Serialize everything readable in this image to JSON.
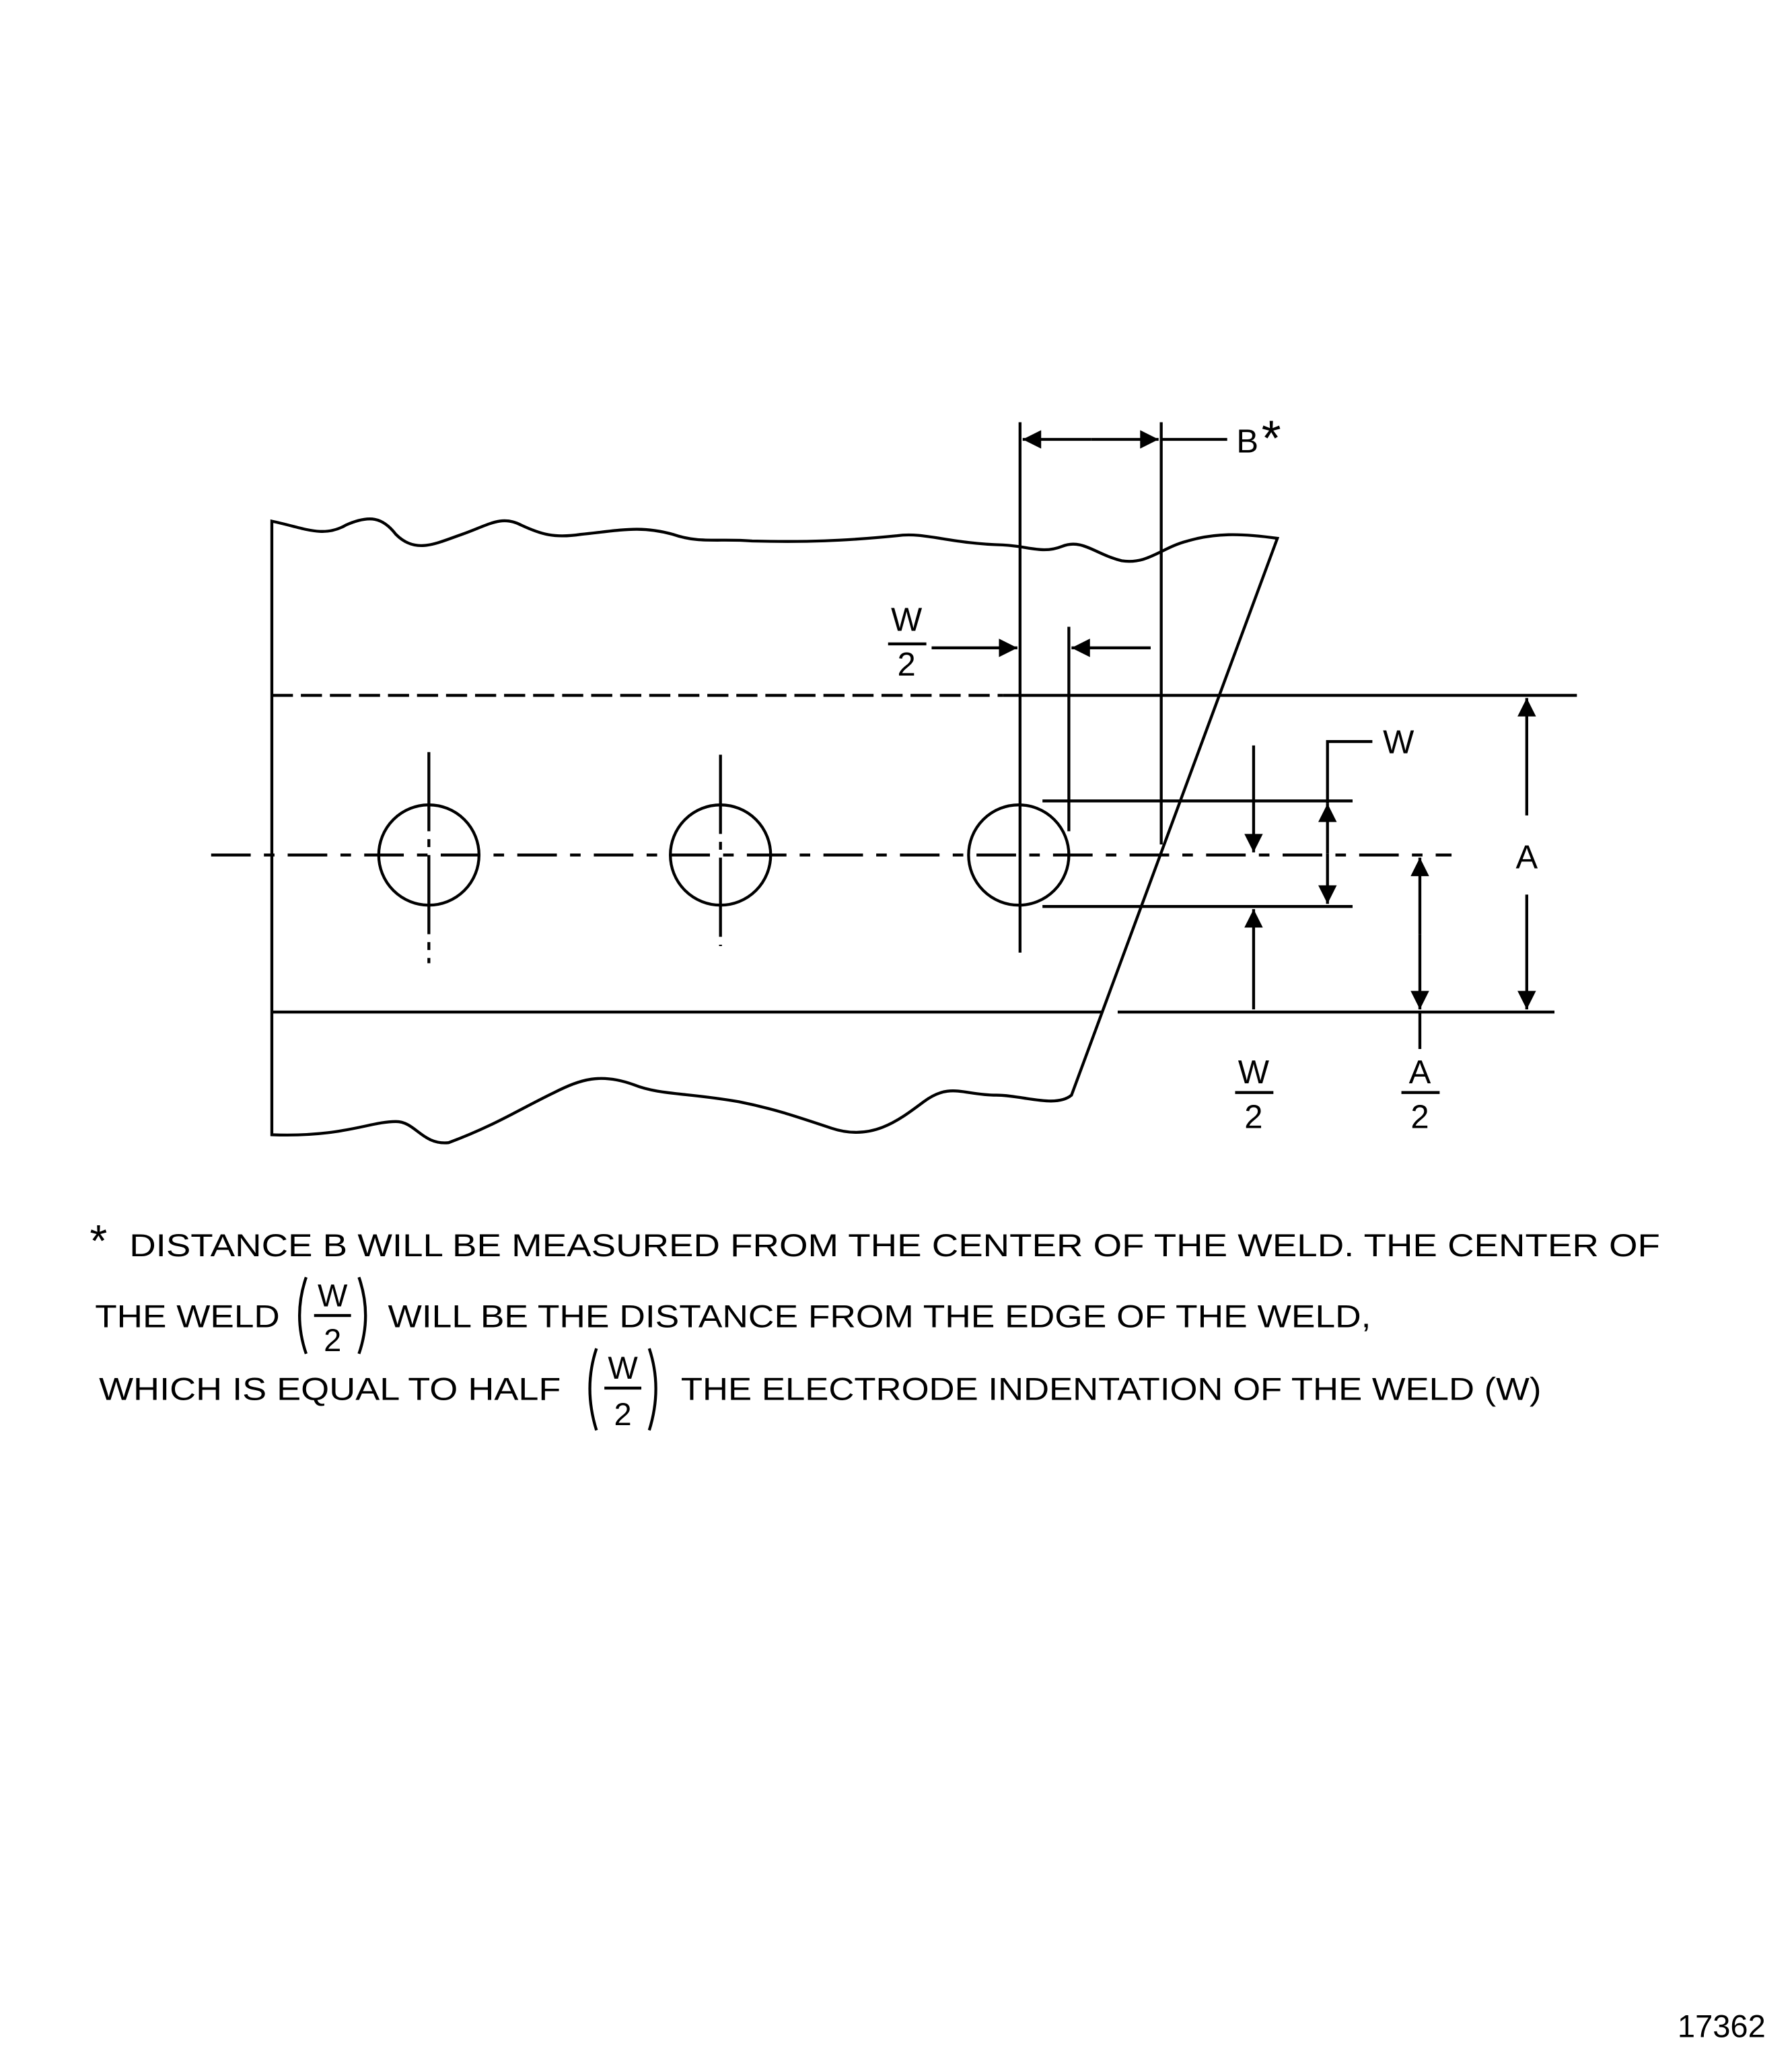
{
  "diagram": {
    "labels": {
      "b": "B",
      "asterisk": "*",
      "w": "W",
      "a": "A",
      "two": "2"
    },
    "note": {
      "line1": "DISTANCE B WILL BE MEASURED FROM THE CENTER OF THE WELD. THE CENTER OF",
      "line2a": "THE WELD",
      "line2b": "WILL BE THE DISTANCE FROM THE EDGE OF THE WELD,",
      "line3a": "WHICH IS EQUAL TO HALF",
      "line3b": "THE ELECTRODE INDENTATION OF THE WELD (W)"
    },
    "figure_number": "17362"
  }
}
